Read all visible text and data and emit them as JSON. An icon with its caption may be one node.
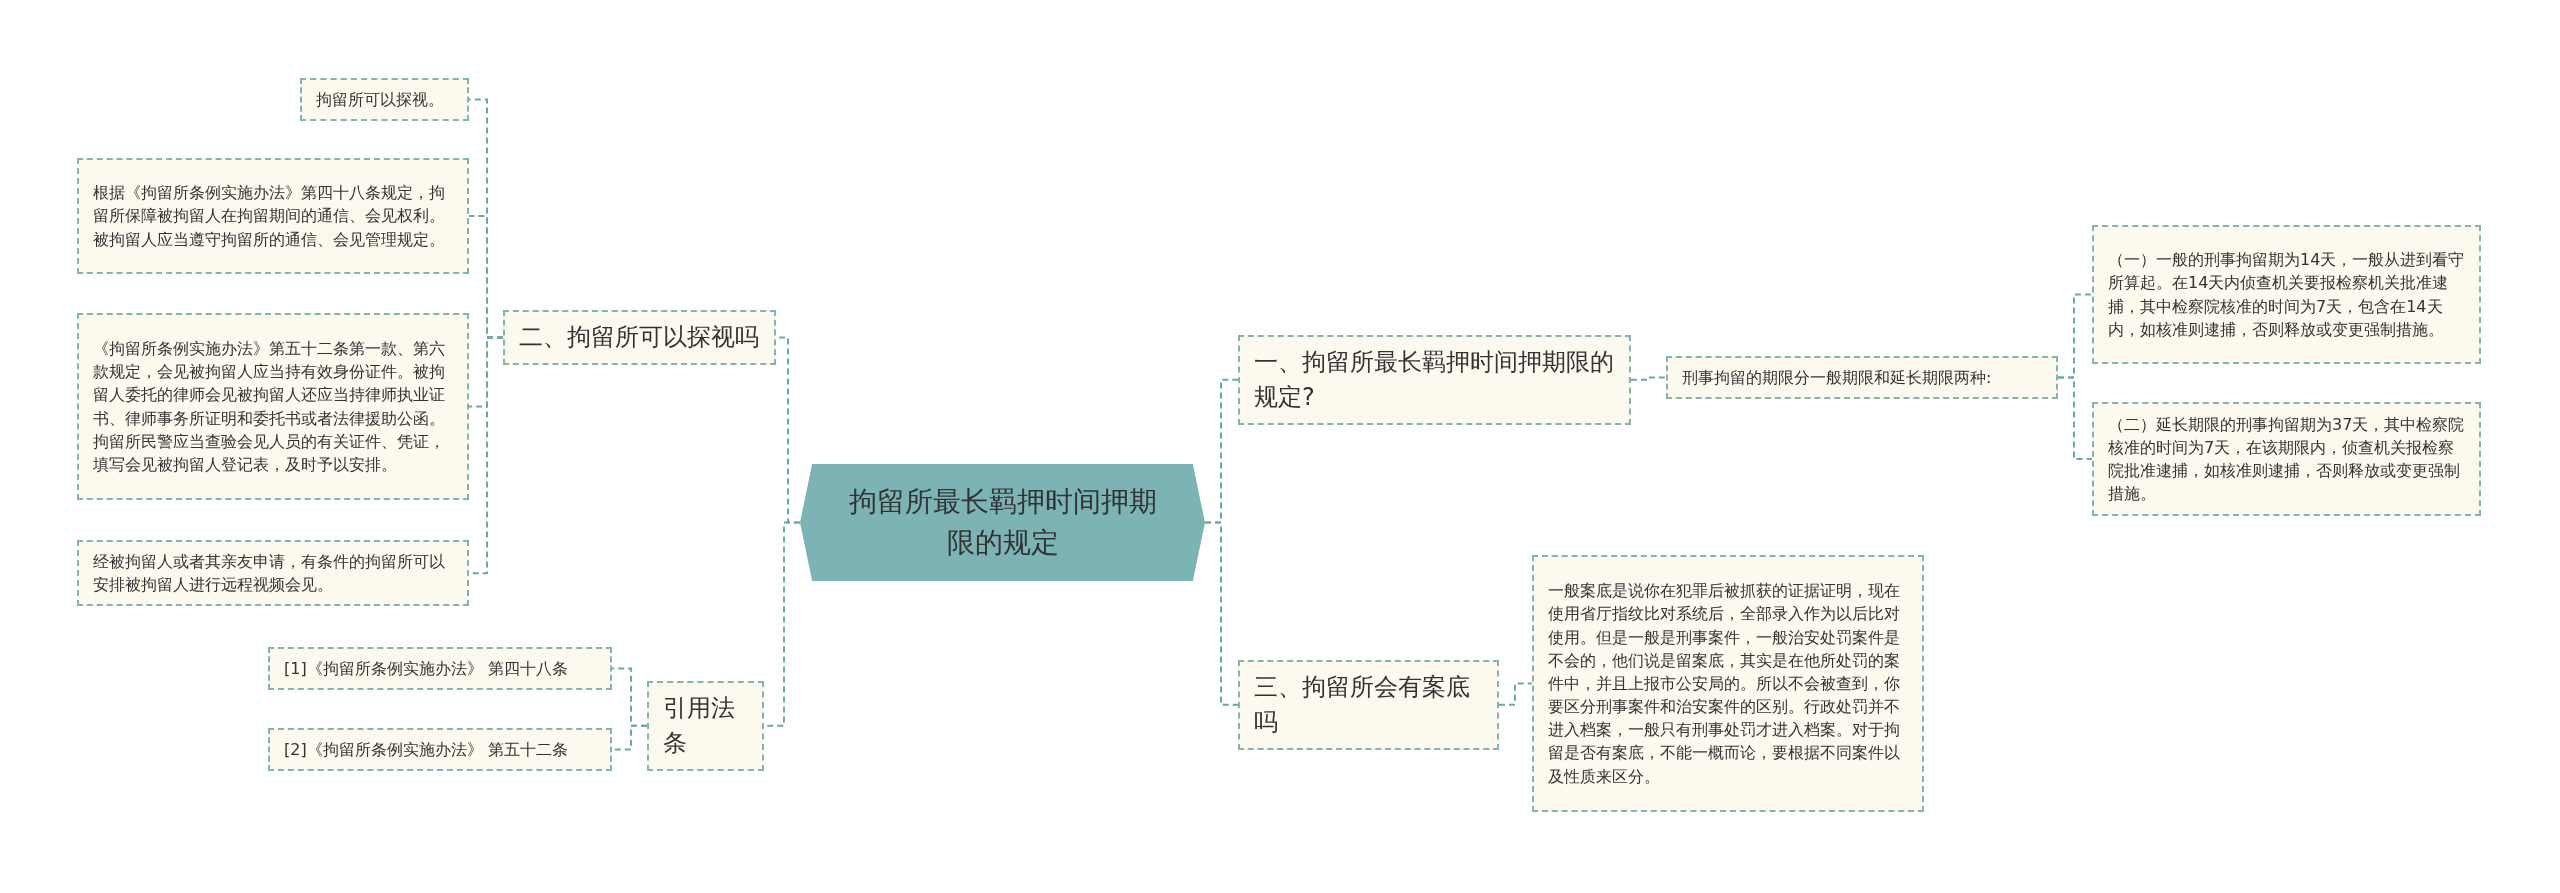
{
  "diagram": {
    "nodes": [
      {
        "text": [
          "拘留所最长羁押时间押期限的规定"
        ]
      },
      {
        "text": [
          "二、拘留所可以探视吗"
        ]
      },
      {
        "text": [
          "拘留所可以探视。"
        ]
      },
      {
        "text": [
          "根据《拘留所条例实施办法》第四十八条规定，拘留所保障被拘留人在拘留期间的通信、会见权利。被拘留人应当遵守拘留所的通信、会见管理规定。"
        ]
      },
      {
        "text": [
          "《拘留所条例实施办法》第五十二条第一款、第六款规定，会见被拘留人应当持有效身份证件。被拘留人委托的律师会见被拘留人还应当持律师执业证书、律师事务所证明和委托书或者法律援助公函。拘留所民警应当查验会见人员的有关证件、凭证，填写会见被拘留人登记表，及时予以安排。"
        ]
      },
      {
        "text": [
          "经被拘留人或者其亲友申请，有条件的拘留所可以安排被拘留人进行远程视频会见。"
        ]
      },
      {
        "text": [
          "引用法条"
        ]
      },
      {
        "text": [
          "[1]《拘留所条例实施办法》 第四十八条"
        ]
      },
      {
        "text": [
          "[2]《拘留所条例实施办法》 第五十二条"
        ]
      },
      {
        "text": [
          "一、拘留所最长羁押时间押期限的规定?"
        ]
      },
      {
        "text": [
          "刑事拘留的期限分一般期限和延长期限两种:"
        ]
      },
      {
        "text": [
          "（一）一般的刑事拘留期为14天，一般从进到看守所算起。在14天内侦查机关要报检察机关批准逮捕，其中检察院核准的时间为7天，包含在14天内，如核准则逮捕，否则释放或变更强制措施。"
        ]
      },
      {
        "text": [
          "（二）延长期限的刑事拘留期为37天，其中检察院核准的时间为7天，在该期限内，侦查机关报检察院批准逮捕，如核准则逮捕，否则释放或变更强制措施。"
        ]
      },
      {
        "text": [
          "三、拘留所会有案底吗"
        ]
      },
      {
        "text": [
          "一般案底是说你在犯罪后被抓获的证据证明，现在使用省厅指纹比对系统后，全部录入作为以后比对使用。但是一般是刑事案件，一般治安处罚案件是不会的，他们说是留案底，其实是在他所处罚的案件中，并且上报市公安局的。所以不会被查到，你要区分刑事案件和治安案件的区别。行政处罚并不进入档案，一般只有刑事处罚才进入档案。对于拘留是否有案底，不能一概而论，要根据不同案件以及性质来区分。"
        ]
      }
    ],
    "edges": [
      {
        "from": 0,
        "to": 1,
        "arrow": "none"
      },
      {
        "from": 1,
        "to": 2,
        "arrow": "none"
      },
      {
        "from": 1,
        "to": 3,
        "arrow": "none"
      },
      {
        "from": 1,
        "to": 4,
        "arrow": "none"
      },
      {
        "from": 1,
        "to": 5,
        "arrow": "none"
      },
      {
        "from": 0,
        "to": 6,
        "arrow": "none"
      },
      {
        "from": 6,
        "to": 7,
        "arrow": "none"
      },
      {
        "from": 6,
        "to": 8,
        "arrow": "none"
      },
      {
        "from": 0,
        "to": 9,
        "arrow": "none"
      },
      {
        "from": 9,
        "to": 10,
        "arrow": "none"
      },
      {
        "from": 10,
        "to": 11,
        "arrow": "none"
      },
      {
        "from": 10,
        "to": 12,
        "arrow": "none"
      },
      {
        "from": 0,
        "to": 13,
        "arrow": "none"
      },
      {
        "from": 13,
        "to": 14,
        "arrow": "none"
      }
    ]
  }
}
